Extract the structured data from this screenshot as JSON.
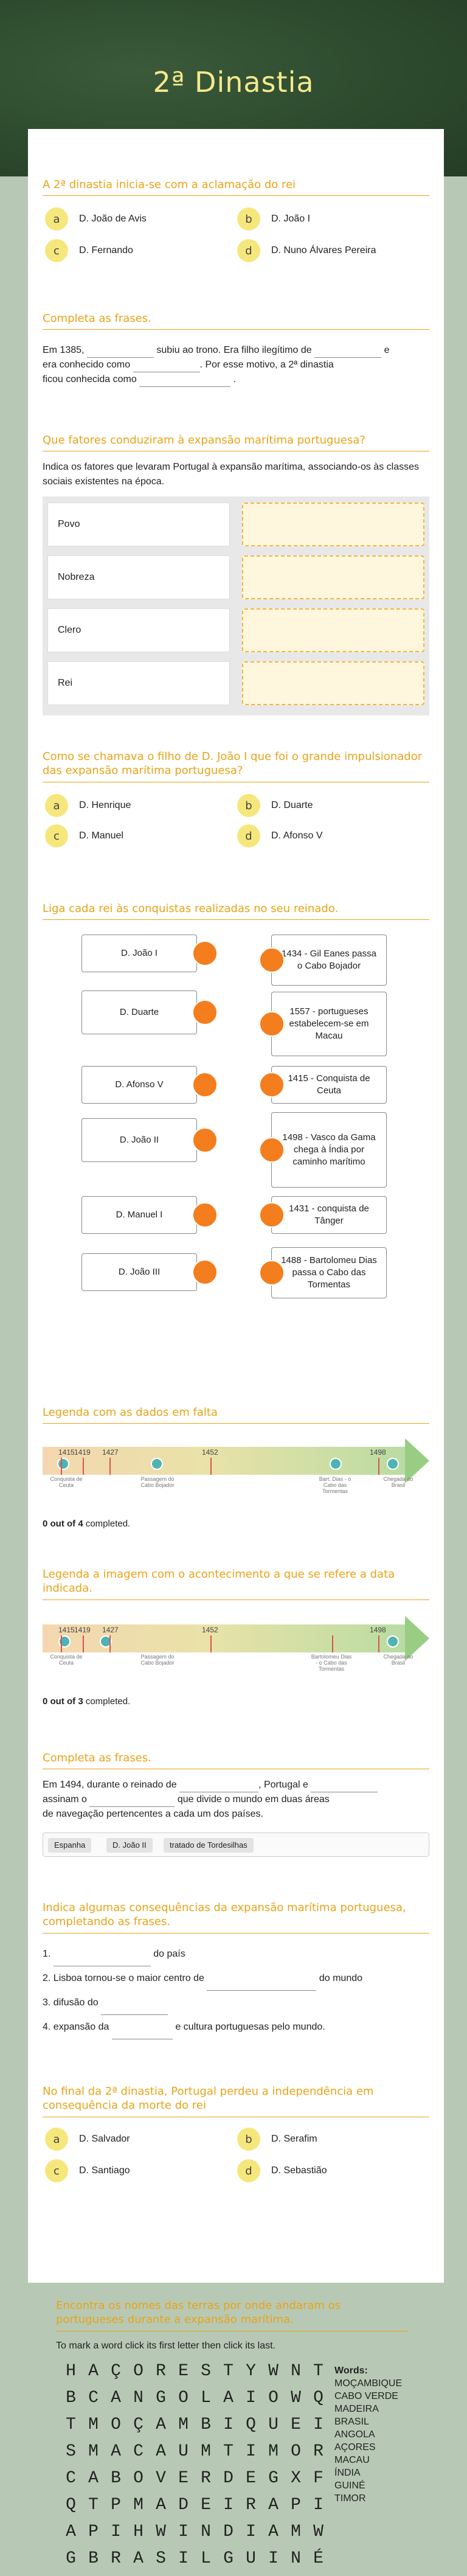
{
  "page": {
    "title": "2ª Dinastia"
  },
  "q1": {
    "title": "A 2ª dinastia inicia-se com a aclamação do rei",
    "options": [
      {
        "letter": "a",
        "text": "D. João de Avis"
      },
      {
        "letter": "b",
        "text": "D. João I"
      },
      {
        "letter": "c",
        "text": "D. Fernando"
      },
      {
        "letter": "d",
        "text": "D. Nuno Álvares Pereira"
      }
    ]
  },
  "q2": {
    "title": "Completa as frases.",
    "line1a": "Em 1385,",
    "line1b": "subiu ao trono. Era filho ilegítimo de",
    "line1c": "e",
    "line2a": "era conhecido como",
    "line2b": ". Por esse motivo, a 2ª dinastia",
    "line3a": "ficou conhecida como",
    "line3b": "."
  },
  "q3": {
    "title": "Que fatores conduziram à expansão marítima portuguesa?",
    "instruction": "Indica os fatores que levaram Portugal à expansão marítima, associando-os às classes sociais existentes na época.",
    "categories": [
      "Povo",
      "Nobreza",
      "Clero",
      "Rei"
    ]
  },
  "q4": {
    "title": "Como se chamava o filho de D. João I que foi o grande impulsionador das expansão marítima portuguesa?",
    "options": [
      {
        "letter": "a",
        "text": "D. Henrique"
      },
      {
        "letter": "b",
        "text": "D. Duarte"
      },
      {
        "letter": "c",
        "text": "D. Manuel"
      },
      {
        "letter": "d",
        "text": "D. Afonso V"
      }
    ]
  },
  "q5": {
    "title": "Liga cada rei às conquistas realizadas no seu reinado.",
    "left": [
      "D. João I",
      "D. Duarte",
      "D. Afonso V",
      "D. João II",
      "D. Manuel I",
      "D. João III"
    ],
    "right": [
      "1434 - Gil Eanes passa o Cabo Bojador",
      "1557 - portugueses estabelecem-se em Macau",
      "1415 - Conquista de Ceuta",
      "1498 - Vasco da Gama chega à Índia por caminho marítimo",
      "1431 - conquista de Tânger",
      "1488 - Bartolomeu Dias passa o Cabo das Tormentas"
    ]
  },
  "q6": {
    "title": "Legenda com as dados em falta",
    "years": [
      "1415",
      "1419",
      "1427",
      "1452",
      "1498"
    ],
    "labels": [
      "Conquista de Ceuta",
      "Passagem do Cabo Bojador",
      "Bart. Dias - o Cabo das Tormentas",
      "Chegada ao Brasil"
    ],
    "completed_count": "0 out of 4",
    "completed_suffix": "completed."
  },
  "q7": {
    "title": "Legenda a imagem com o acontecimento a que se refere a data indicada.",
    "years": [
      "1415",
      "1419",
      "1427",
      "1452",
      "1498"
    ],
    "labels": [
      "Conquista de Ceuta",
      "Passagem do Cabo Bojador",
      "Bartolomeu Dias - o Cabo das Tormentas",
      "Chegada ao Brasil"
    ],
    "completed_count": "0 out of 3",
    "completed_suffix": "completed."
  },
  "q8": {
    "title": "Completa as frases.",
    "line1a": "Em 1494, durante o reinado de",
    "line1b": ", Portugal e",
    "line2a": "assinam o",
    "line2b": "que divide o mundo em duas áreas",
    "line3": "de navegação pertencentes a cada um dos países.",
    "chips": [
      "Espanha",
      "D. João II",
      "tratado de Tordesilhas"
    ]
  },
  "q9": {
    "title": "Indica algumas consequências da expansão marítima portuguesa, completando as frases.",
    "items": [
      {
        "a": "1.",
        "b": "do país"
      },
      {
        "a": "2. Lisboa tornou-se o maior centro de",
        "b": "do mundo"
      },
      {
        "a": "3. difusão do",
        "b": ""
      },
      {
        "a": "4. expansão da",
        "b": "e cultura portuguesas pelo mundo."
      }
    ]
  },
  "q10": {
    "title": "No final da 2ª dinastia, Portugal perdeu a independência em consequência da morte do rei",
    "options": [
      {
        "letter": "a",
        "text": "D. Salvador"
      },
      {
        "letter": "b",
        "text": "D. Serafim"
      },
      {
        "letter": "c",
        "text": "D. Santiago"
      },
      {
        "letter": "d",
        "text": "D. Sebastião"
      }
    ]
  },
  "q11": {
    "title": "Encontra os nomes das terras por onde andaram os portugueses durante a expansão marítima.",
    "instruction": "To mark a word click its first letter then click its last.",
    "grid": [
      "HAÇORESTYWNT",
      "BCANGOLAIOWQ",
      "TMOÇAMBIQUEI",
      "SMACAUMTIMOR",
      "CABOVERDEGXF",
      "QTPMADEIRAPI",
      "APIHWINDIAMW",
      "GBRASILGUINÉ"
    ],
    "words_label": "Words:",
    "words": [
      "MOÇAMBIQUE",
      "CABO VERDE",
      "MADEIRA",
      "BRASIL",
      "ANGOLA",
      "AÇORES",
      "MACAU",
      "ÍNDIA",
      "GUINÉ",
      "TIMOR"
    ]
  }
}
